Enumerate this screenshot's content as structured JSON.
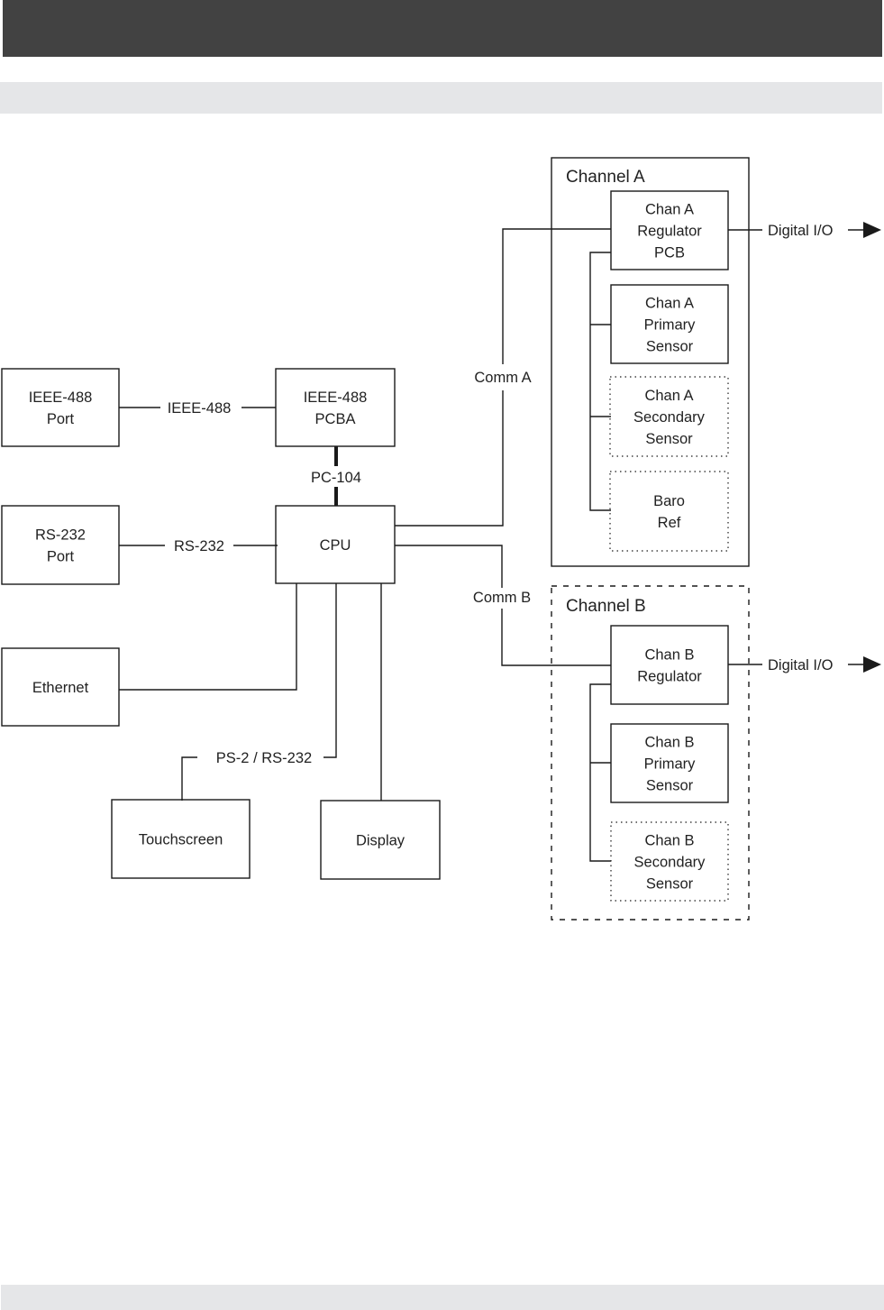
{
  "header": {
    "title": "",
    "subtitle": ""
  },
  "footer": {
    "text": ""
  },
  "diagram": {
    "colors": {
      "line": "#1a1a1a",
      "text": "#222222",
      "header_bar": "#424242",
      "sub_bar": "#e5e6e8"
    },
    "groups": [
      {
        "id": "channel-a",
        "label": "Channel A",
        "style": "solid"
      },
      {
        "id": "channel-b",
        "label": "Channel B",
        "style": "dashed"
      }
    ],
    "nodes": [
      {
        "id": "ieee488-port",
        "lines": [
          "IEEE-488",
          "Port"
        ],
        "style": "solid"
      },
      {
        "id": "ieee488-pcba",
        "lines": [
          "IEEE-488",
          "PCBA"
        ],
        "style": "solid"
      },
      {
        "id": "rs232-port",
        "lines": [
          "RS-232",
          "Port"
        ],
        "style": "solid"
      },
      {
        "id": "cpu",
        "lines": [
          "CPU"
        ],
        "style": "solid"
      },
      {
        "id": "ethernet",
        "lines": [
          "Ethernet"
        ],
        "style": "solid"
      },
      {
        "id": "touchscreen",
        "lines": [
          "Touchscreen"
        ],
        "style": "solid"
      },
      {
        "id": "display",
        "lines": [
          "Display"
        ],
        "style": "solid"
      },
      {
        "id": "chan-a-regulator",
        "lines": [
          "Chan A",
          "Regulator",
          "PCB"
        ],
        "style": "solid",
        "group": "channel-a"
      },
      {
        "id": "chan-a-primary",
        "lines": [
          "Chan A",
          "Primary",
          "Sensor"
        ],
        "style": "solid",
        "group": "channel-a"
      },
      {
        "id": "chan-a-secondary",
        "lines": [
          "Chan A",
          "Secondary",
          "Sensor"
        ],
        "style": "dotted",
        "group": "channel-a"
      },
      {
        "id": "baro-ref",
        "lines": [
          "Baro",
          "Ref"
        ],
        "style": "dotted",
        "group": "channel-a"
      },
      {
        "id": "chan-b-regulator",
        "lines": [
          "Chan B",
          "Regulator"
        ],
        "style": "solid",
        "group": "channel-b"
      },
      {
        "id": "chan-b-primary",
        "lines": [
          "Chan B",
          "Primary",
          "Sensor"
        ],
        "style": "solid",
        "group": "channel-b"
      },
      {
        "id": "chan-b-secondary",
        "lines": [
          "Chan B",
          "Secondary",
          "Sensor"
        ],
        "style": "dotted",
        "group": "channel-b"
      }
    ],
    "edges": [
      {
        "id": "ieee488-link",
        "from": "ieee488-port",
        "to": "ieee488-pcba",
        "label": "IEEE-488"
      },
      {
        "id": "pc104-link",
        "from": "ieee488-pcba",
        "to": "cpu",
        "label": "PC-104",
        "weight": "bold"
      },
      {
        "id": "rs232-link",
        "from": "rs232-port",
        "to": "cpu",
        "label": "RS-232"
      },
      {
        "id": "ethernet-link",
        "from": "cpu",
        "to": "ethernet",
        "label": ""
      },
      {
        "id": "ps2-link",
        "from": "cpu",
        "to": "touchscreen",
        "label": "PS-2 / RS-232"
      },
      {
        "id": "display-link",
        "from": "cpu",
        "to": "display",
        "label": ""
      },
      {
        "id": "comm-a-link",
        "from": "cpu",
        "to": "chan-a-regulator",
        "label": "Comm A"
      },
      {
        "id": "comm-b-link",
        "from": "cpu",
        "to": "chan-b-regulator",
        "label": "Comm B"
      },
      {
        "id": "chan-a-bus",
        "from": "chan-a-regulator",
        "to": [
          "chan-a-primary",
          "chan-a-secondary",
          "baro-ref"
        ],
        "label": ""
      },
      {
        "id": "chan-b-bus",
        "from": "chan-b-regulator",
        "to": [
          "chan-b-primary",
          "chan-b-secondary"
        ],
        "label": ""
      },
      {
        "id": "digital-io-a",
        "from": "chan-a-regulator",
        "to": "external",
        "label": "Digital I/O",
        "arrow": true
      },
      {
        "id": "digital-io-b",
        "from": "chan-b-regulator",
        "to": "external",
        "label": "Digital I/O",
        "arrow": true
      }
    ]
  }
}
